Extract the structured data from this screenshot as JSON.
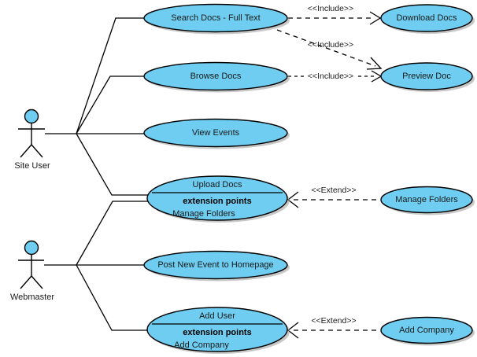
{
  "diagram": {
    "type": "uml-use-case-diagram",
    "colors": {
      "ellipse_fill": "#6ecdf0",
      "ellipse_stroke": "#000000",
      "actor_head_fill": "#6ecdf0",
      "background": "#ffffff",
      "text": "#1a1a1a"
    },
    "actors": [
      {
        "id": "site-user",
        "label": "Site User"
      },
      {
        "id": "webmaster",
        "label": "Webmaster"
      }
    ],
    "use_cases": [
      {
        "id": "search-docs",
        "label": "Search Docs - Full Text"
      },
      {
        "id": "download-docs",
        "label": "Download Docs"
      },
      {
        "id": "browse-docs",
        "label": "Browse Docs"
      },
      {
        "id": "preview-doc",
        "label": "Preview Doc"
      },
      {
        "id": "view-events",
        "label": "View Events"
      },
      {
        "id": "upload-docs",
        "label": "Upload Docs",
        "extension_points_header": "extension points",
        "extension_points": "Manage Folders"
      },
      {
        "id": "manage-folders",
        "label": "Manage Folders"
      },
      {
        "id": "post-new-event",
        "label": "Post New Event to Homepage"
      },
      {
        "id": "add-user",
        "label": "Add User",
        "extension_points_header": "extension points",
        "extension_points": "Add Company"
      },
      {
        "id": "add-company",
        "label": "Add Company"
      }
    ],
    "relationships": [
      {
        "id": "include-search-download",
        "stereotype": "<<Include>>",
        "from": "search-docs",
        "to": "download-docs"
      },
      {
        "id": "include-search-preview",
        "stereotype": "<<Include>>",
        "from": "search-docs",
        "to": "preview-doc"
      },
      {
        "id": "include-browse-preview",
        "stereotype": "<<Include>>",
        "from": "browse-docs",
        "to": "preview-doc"
      },
      {
        "id": "extend-managefolders-upload",
        "stereotype": "<<Extend>>",
        "from": "manage-folders",
        "to": "upload-docs"
      },
      {
        "id": "extend-addcompany-adduser",
        "stereotype": "<<Extend>>",
        "from": "add-company",
        "to": "add-user"
      }
    ],
    "associations": [
      {
        "actor": "site-user",
        "use_case": "search-docs"
      },
      {
        "actor": "site-user",
        "use_case": "browse-docs"
      },
      {
        "actor": "site-user",
        "use_case": "view-events"
      },
      {
        "actor": "site-user",
        "use_case": "upload-docs"
      },
      {
        "actor": "webmaster",
        "use_case": "upload-docs"
      },
      {
        "actor": "webmaster",
        "use_case": "post-new-event"
      },
      {
        "actor": "webmaster",
        "use_case": "add-user"
      }
    ]
  }
}
